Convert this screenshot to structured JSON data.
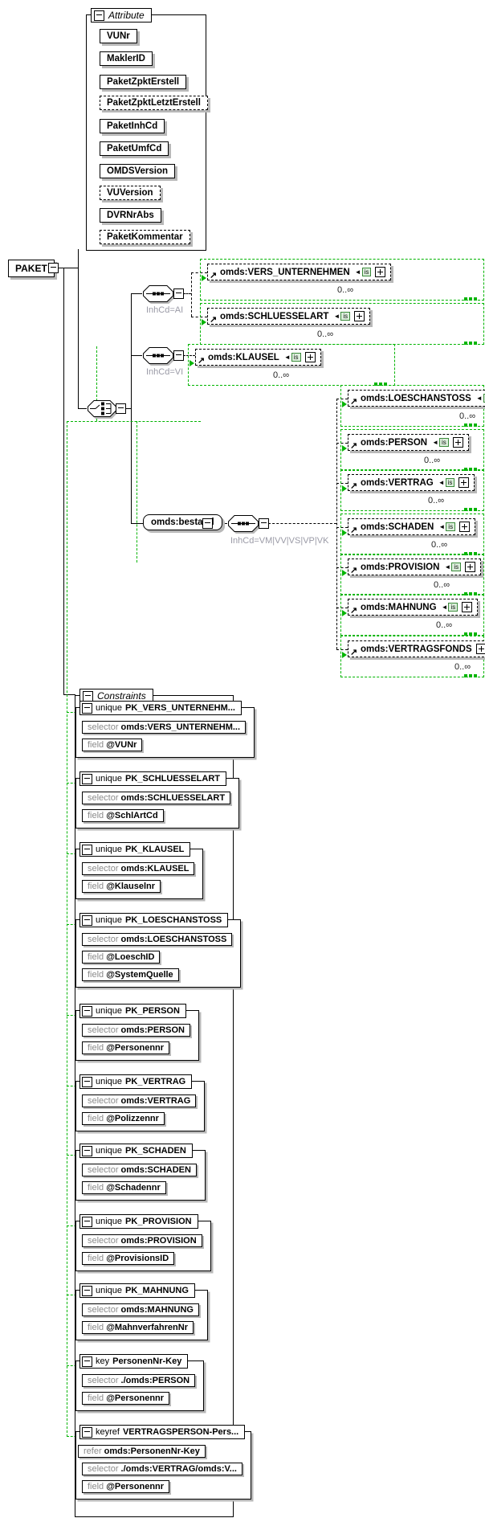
{
  "root": {
    "label": "PAKET"
  },
  "badges": {
    "is_label": "is"
  },
  "attributes_panel": {
    "title": "Attribute",
    "items": [
      "VUNr",
      "MaklerID",
      "PaketZpktErstell",
      "PaketZpktLetztErstell",
      "PaketInhCd",
      "PaketUmfCd",
      "OMDSVersion",
      "VUVersion",
      "DVRNrAbs",
      "PaketKommentar"
    ]
  },
  "groups": {
    "seq_ai": "InhCd=AI",
    "seq_vi": "InhCd=VI",
    "bestand": "omds:bestand",
    "bestand_seq": "InhCd=VM|VV|VS|VP|VK"
  },
  "elements": {
    "vers_unternehmen": {
      "label": "omds:VERS_UNTERNEHMEN",
      "occurs": "0..∞"
    },
    "schluesselart": {
      "label": "omds:SCHLUESSELART",
      "occurs": "0..∞"
    },
    "klausel": {
      "label": "omds:KLAUSEL",
      "occurs": "0..∞"
    },
    "loeschanstoss": {
      "label": "omds:LOESCHANSTOSS",
      "occurs": "0..∞"
    },
    "person": {
      "label": "omds:PERSON",
      "occurs": "0..∞"
    },
    "vertrag": {
      "label": "omds:VERTRAG",
      "occurs": "0..∞"
    },
    "schaden": {
      "label": "omds:SCHADEN",
      "occurs": "0..∞"
    },
    "provision": {
      "label": "omds:PROVISION",
      "occurs": "0..∞"
    },
    "mahnung": {
      "label": "omds:MAHNUNG",
      "occurs": "0..∞"
    },
    "vertragsfonds": {
      "label": "omds:VERTRAGSFONDS",
      "occurs": "0..∞"
    }
  },
  "constraints_panel": {
    "title": "Constraints",
    "items": [
      {
        "kind": "unique",
        "name": "PK_VERS_UNTERNEHM...",
        "rows": [
          {
            "kw": "selector",
            "value": "omds:VERS_UNTERNEHM..."
          },
          {
            "kw": "field",
            "value": "@VUNr"
          }
        ]
      },
      {
        "kind": "unique",
        "name": "PK_SCHLUESSELART",
        "rows": [
          {
            "kw": "selector",
            "value": "omds:SCHLUESSELART"
          },
          {
            "kw": "field",
            "value": "@SchlArtCd"
          }
        ]
      },
      {
        "kind": "unique",
        "name": "PK_KLAUSEL",
        "rows": [
          {
            "kw": "selector",
            "value": "omds:KLAUSEL"
          },
          {
            "kw": "field",
            "value": "@Klauselnr"
          }
        ]
      },
      {
        "kind": "unique",
        "name": "PK_LOESCHANSTOSS",
        "rows": [
          {
            "kw": "selector",
            "value": "omds:LOESCHANSTOSS"
          },
          {
            "kw": "field",
            "value": "@LoeschID"
          },
          {
            "kw": "field",
            "value": "@SystemQuelle"
          }
        ]
      },
      {
        "kind": "unique",
        "name": "PK_PERSON",
        "rows": [
          {
            "kw": "selector",
            "value": "omds:PERSON"
          },
          {
            "kw": "field",
            "value": "@Personennr"
          }
        ]
      },
      {
        "kind": "unique",
        "name": "PK_VERTRAG",
        "rows": [
          {
            "kw": "selector",
            "value": "omds:VERTRAG"
          },
          {
            "kw": "field",
            "value": "@Polizzennr"
          }
        ]
      },
      {
        "kind": "unique",
        "name": "PK_SCHADEN",
        "rows": [
          {
            "kw": "selector",
            "value": "omds:SCHADEN"
          },
          {
            "kw": "field",
            "value": "@Schadennr"
          }
        ]
      },
      {
        "kind": "unique",
        "name": "PK_PROVISION",
        "rows": [
          {
            "kw": "selector",
            "value": "omds:PROVISION"
          },
          {
            "kw": "field",
            "value": "@ProvisionsID"
          }
        ]
      },
      {
        "kind": "unique",
        "name": "PK_MAHNUNG",
        "rows": [
          {
            "kw": "selector",
            "value": "omds:MAHNUNG"
          },
          {
            "kw": "field",
            "value": "@MahnverfahrenNr"
          }
        ]
      },
      {
        "kind": "key",
        "name": "PersonenNr-Key",
        "rows": [
          {
            "kw": "selector",
            "value": "./omds:PERSON"
          },
          {
            "kw": "field",
            "value": "@Personennr"
          }
        ]
      },
      {
        "kind": "keyref",
        "name": "VERTRAGSPERSON-Pers...",
        "rows": [
          {
            "kw": "refer",
            "value": "omds:PersonenNr-Key"
          },
          {
            "kw": "selector",
            "value": "./omds:VERTRAG/omds:V..."
          },
          {
            "kw": "field",
            "value": "@Personennr"
          }
        ]
      }
    ]
  }
}
